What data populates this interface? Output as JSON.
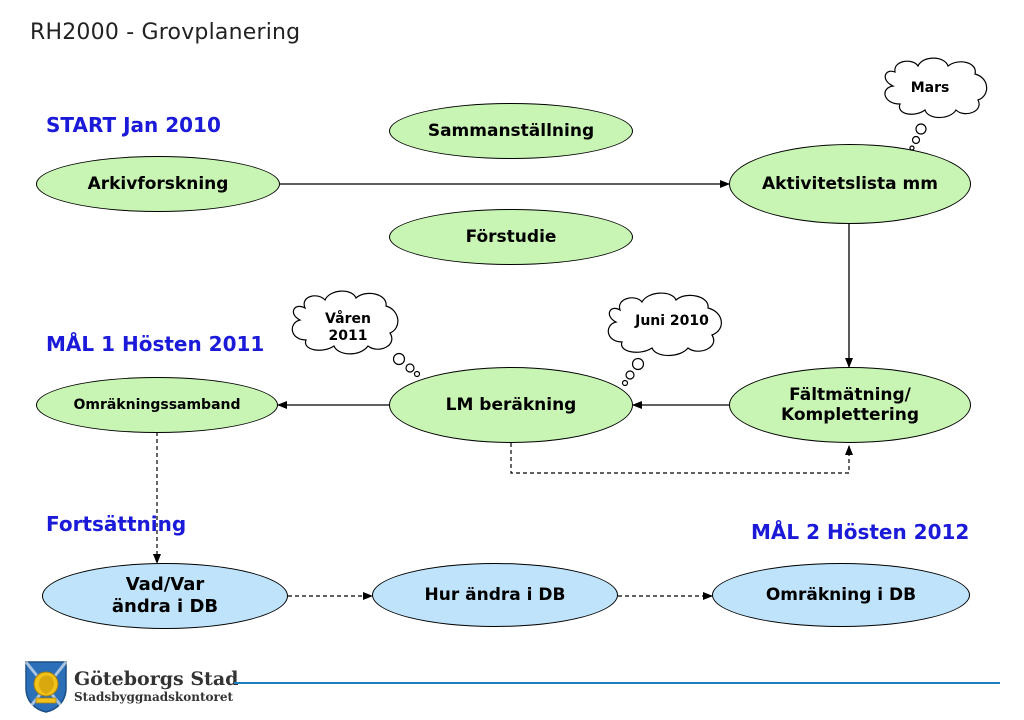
{
  "title": "RH2000 - Grovplanering",
  "labels": {
    "start": "START Jan 2010",
    "mal1": "MÅL 1 Hösten 2011",
    "fortsattning": "Fortsättning",
    "mal2": "MÅL 2 Hösten 2012"
  },
  "nodes": {
    "arkivforskning": "Arkivforskning",
    "sammanstallning": "Sammanställning",
    "forstudie": "Förstudie",
    "aktivitetslista": "Aktivitetslista mm",
    "faltmatning_line1": "Fältmätning/",
    "faltmatning_line2": "Komplettering",
    "lm_berakning": "LM beräkning",
    "omrakningssamband": "Omräkningssamband",
    "vad_var_line1": "Vad/Var",
    "vad_var_line2": "ändra i DB",
    "hur_andra": "Hur ändra i DB",
    "omrakning_db": "Omräkning i DB"
  },
  "clouds": {
    "mars": "Mars",
    "varen_line1": "Våren",
    "varen_line2": "2011",
    "juni": "Juni 2010"
  },
  "logo": {
    "name": "Göteborgs Stad",
    "sub": "Stadsbyggnadskontoret"
  },
  "colors": {
    "green_node": "#c8f5b4",
    "blue_node": "#bfe3fa",
    "label_blue": "#1a1ad8",
    "footer_line": "#1e7fc0"
  }
}
